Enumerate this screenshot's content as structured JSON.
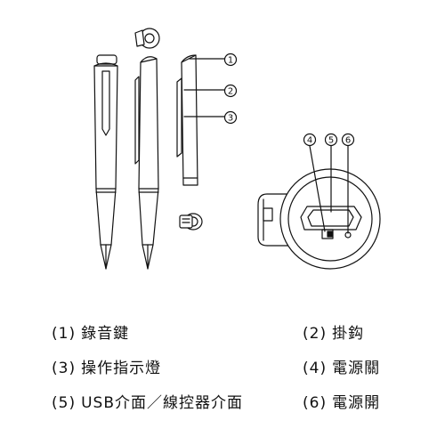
{
  "callouts": {
    "c1": "1",
    "c2": "2",
    "c3": "3",
    "c4": "4",
    "c5": "5",
    "c6": "6"
  },
  "legend": [
    {
      "num": "(1)",
      "text": "錄音鍵"
    },
    {
      "num": "(2)",
      "text": "掛鈎"
    },
    {
      "num": "(3)",
      "text": "操作指示燈"
    },
    {
      "num": "(4)",
      "text": "電源關"
    },
    {
      "num": "(5)",
      "text": "USB介面／線控器介面"
    },
    {
      "num": "(6)",
      "text": "電源開"
    }
  ]
}
